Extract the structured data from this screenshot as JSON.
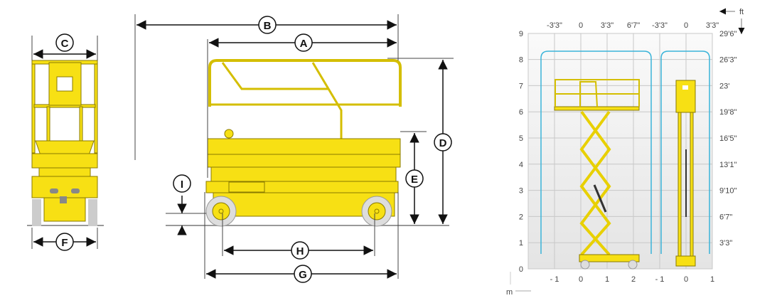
{
  "dimensions": {
    "A": "A",
    "B": "B",
    "C": "C",
    "D": "D",
    "E": "E",
    "F": "F",
    "G": "G",
    "H": "H",
    "I": "I"
  },
  "chart": {
    "unit_metric": "m",
    "unit_imperial": "ft",
    "y_m_labels": [
      "0",
      "1",
      "2",
      "3",
      "4",
      "5",
      "6",
      "7",
      "8",
      "9"
    ],
    "y_ft_labels": [
      "3'3\"",
      "6'7\"",
      "9'10\"",
      "13'1\"",
      "16'5\"",
      "19'8\"",
      "23'",
      "26'3\"",
      "29'6\""
    ],
    "x_m_side": [
      "- 1",
      "0",
      "1",
      "2"
    ],
    "x_m_front": [
      "- 1",
      "0",
      "1"
    ],
    "x_ft_side": [
      "-3'3\"",
      "0",
      "3'3\"",
      "6'7\""
    ],
    "x_ft_front": [
      "-3'3\"",
      "0",
      "3'3\""
    ]
  },
  "colors": {
    "machine": "#f7e014",
    "envelope": "#3ab4d9",
    "grid": "#c8c8c8"
  }
}
